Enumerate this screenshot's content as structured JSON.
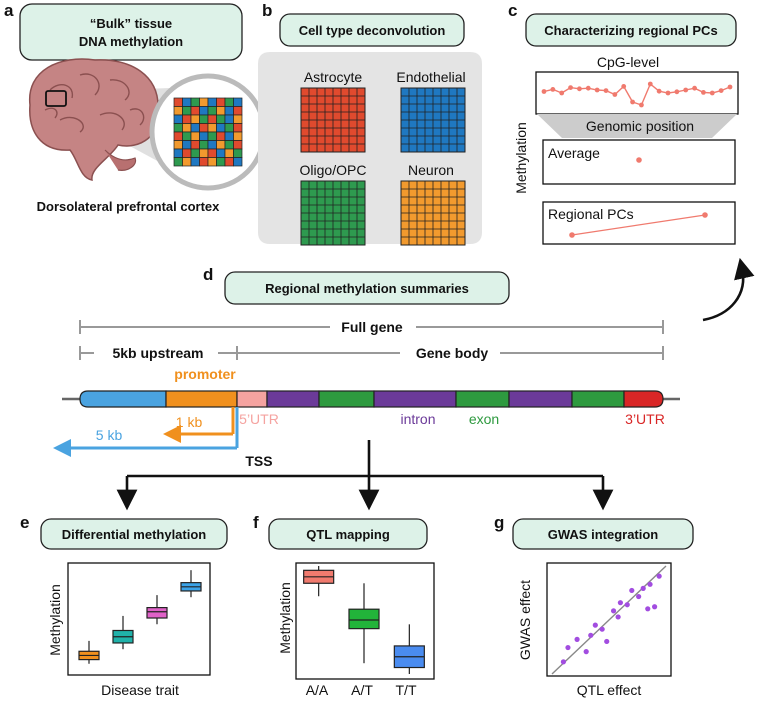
{
  "panels": {
    "a": {
      "letter": "a",
      "title_line1": "“Bulk” tissue",
      "title_line2": "DNA methylation",
      "caption": "Dorsolateral prefrontal cortex"
    },
    "b": {
      "letter": "b",
      "title": "Cell type deconvolution",
      "cell_types": [
        {
          "label": "Astrocyte",
          "color": "#e04a2e"
        },
        {
          "label": "Endothelial",
          "color": "#1f78c1"
        },
        {
          "label": "Oligo/OPC",
          "color": "#2e9a4f"
        },
        {
          "label": "Neuron",
          "color": "#f29a2e"
        }
      ]
    },
    "c": {
      "letter": "c",
      "title": "Characterizing regional PCs",
      "ylabel": "Methylation",
      "cpg_label": "CpG-level",
      "genomic_label": "Genomic position",
      "average_label": "Average",
      "regional_label": "Regional PCs",
      "cpg_values": [
        0.55,
        0.62,
        0.5,
        0.68,
        0.64,
        0.66,
        0.6,
        0.58,
        0.45,
        0.72,
        0.2,
        0.1,
        0.8,
        0.56,
        0.5,
        0.54,
        0.6,
        0.66,
        0.52,
        0.5,
        0.58,
        0.7
      ]
    },
    "d": {
      "letter": "d",
      "title": "Regional methylation summaries",
      "full_gene": "Full gene",
      "upstream": "5kb upstream",
      "gene_body": "Gene body",
      "promoter": "promoter",
      "five_utr": "5’UTR",
      "intron": "intron",
      "exon": "exon",
      "three_utr": "3’UTR",
      "one_kb": "1 kb",
      "five_kb": "5 kb",
      "tss": "TSS",
      "colors": {
        "upstream": "#4aa3e0",
        "promoter": "#f0901e",
        "utr5": "#f5a3a0",
        "intron": "#6b3a99",
        "exon": "#2e9a3f",
        "utr3": "#d92626"
      }
    },
    "e": {
      "letter": "e",
      "title": "Differential methylation",
      "ylabel": "Methylation",
      "xlabel": "Disease trait",
      "boxes": [
        {
          "color": "#f0901e",
          "min": 0.06,
          "q1": 0.1,
          "median": 0.14,
          "q3": 0.18,
          "max": 0.28
        },
        {
          "color": "#20b2aa",
          "min": 0.2,
          "q1": 0.26,
          "median": 0.32,
          "q3": 0.38,
          "max": 0.52
        },
        {
          "color": "#e062c8",
          "min": 0.44,
          "q1": 0.5,
          "median": 0.56,
          "q3": 0.6,
          "max": 0.72
        },
        {
          "color": "#3ba3e8",
          "min": 0.7,
          "q1": 0.76,
          "median": 0.8,
          "q3": 0.84,
          "max": 0.96
        }
      ]
    },
    "f": {
      "letter": "f",
      "title": "QTL mapping",
      "ylabel": "Methylation",
      "categories": [
        "A/A",
        "A/T",
        "T/T"
      ],
      "boxes": [
        {
          "color": "#f07a6e",
          "min": 0.72,
          "q1": 0.84,
          "median": 0.9,
          "q3": 0.96,
          "max": 1.0
        },
        {
          "color": "#22b43a",
          "min": 0.1,
          "q1": 0.42,
          "median": 0.5,
          "q3": 0.6,
          "max": 0.84
        },
        {
          "color": "#4a8cf0",
          "min": 0.0,
          "q1": 0.06,
          "median": 0.16,
          "q3": 0.26,
          "max": 0.46
        }
      ]
    },
    "g": {
      "letter": "g",
      "title": "GWAS integration",
      "ylabel": "GWAS effect",
      "xlabel": "QTL effect",
      "points": [
        [
          0.1,
          0.08
        ],
        [
          0.14,
          0.22
        ],
        [
          0.22,
          0.3
        ],
        [
          0.3,
          0.18
        ],
        [
          0.34,
          0.34
        ],
        [
          0.38,
          0.44
        ],
        [
          0.44,
          0.4
        ],
        [
          0.48,
          0.28
        ],
        [
          0.54,
          0.58
        ],
        [
          0.58,
          0.52
        ],
        [
          0.6,
          0.66
        ],
        [
          0.66,
          0.64
        ],
        [
          0.7,
          0.78
        ],
        [
          0.76,
          0.72
        ],
        [
          0.8,
          0.8
        ],
        [
          0.86,
          0.84
        ],
        [
          0.9,
          0.62
        ],
        [
          0.94,
          0.92
        ],
        [
          0.84,
          0.6
        ]
      ],
      "point_color": "#a24de0",
      "line_color": "#888888"
    }
  }
}
